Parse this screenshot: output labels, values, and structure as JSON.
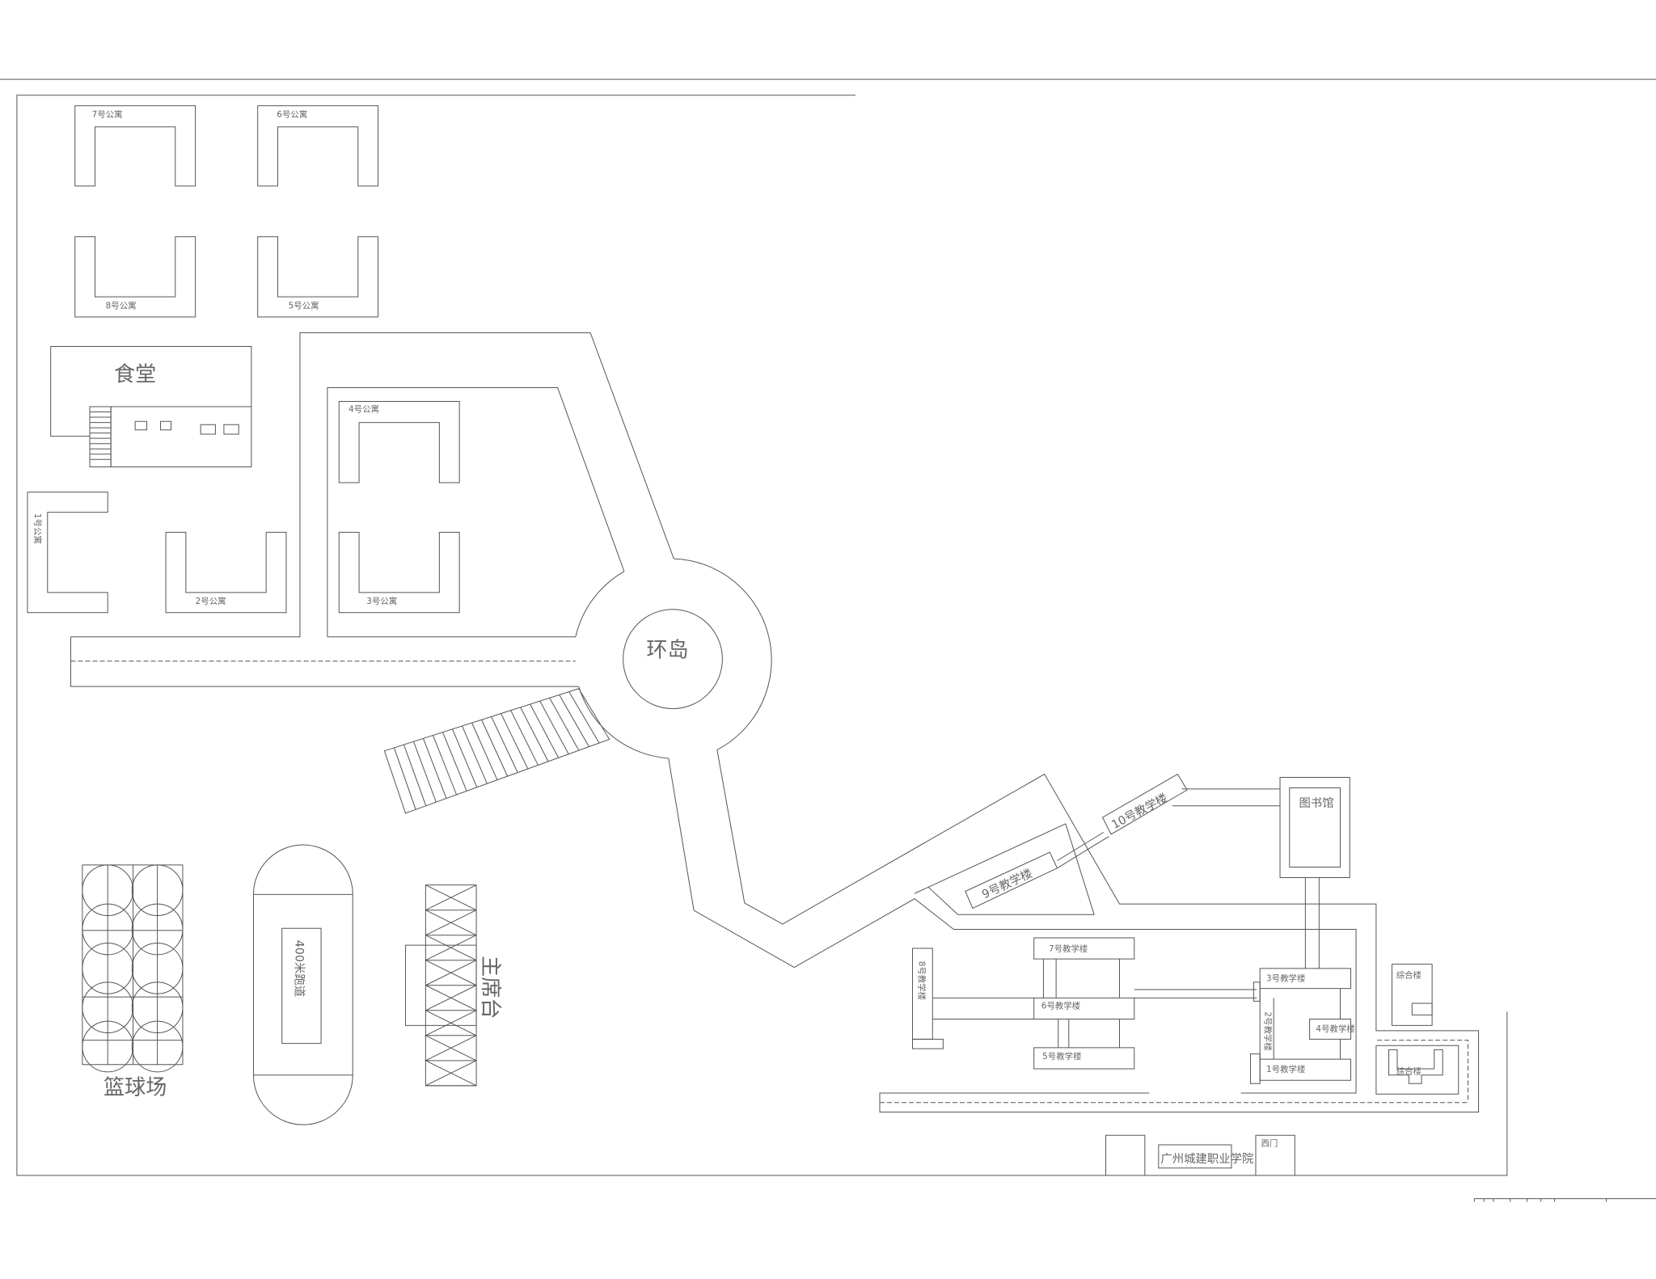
{
  "drawing": {
    "school_name": "广州城建职业学院",
    "gate": "西门",
    "roundabout": "环岛",
    "canteen": "食堂",
    "dorms": [
      "1号公寓",
      "2号公寓",
      "3号公寓",
      "4号公寓",
      "5号公寓",
      "6号公寓",
      "7号公寓",
      "8号公寓"
    ],
    "teaching": [
      "1号教学楼",
      "2号教学楼",
      "3号教学楼",
      "4号教学楼",
      "5号教学楼",
      "6号教学楼",
      "7号教学楼",
      "8号教学楼",
      "9号教学楼",
      "10号教学楼"
    ],
    "library": "图书馆",
    "complex": [
      "综合楼",
      "综合楼"
    ],
    "basketball": "篮球场",
    "track": "400米跑道",
    "stand": "主席台"
  }
}
